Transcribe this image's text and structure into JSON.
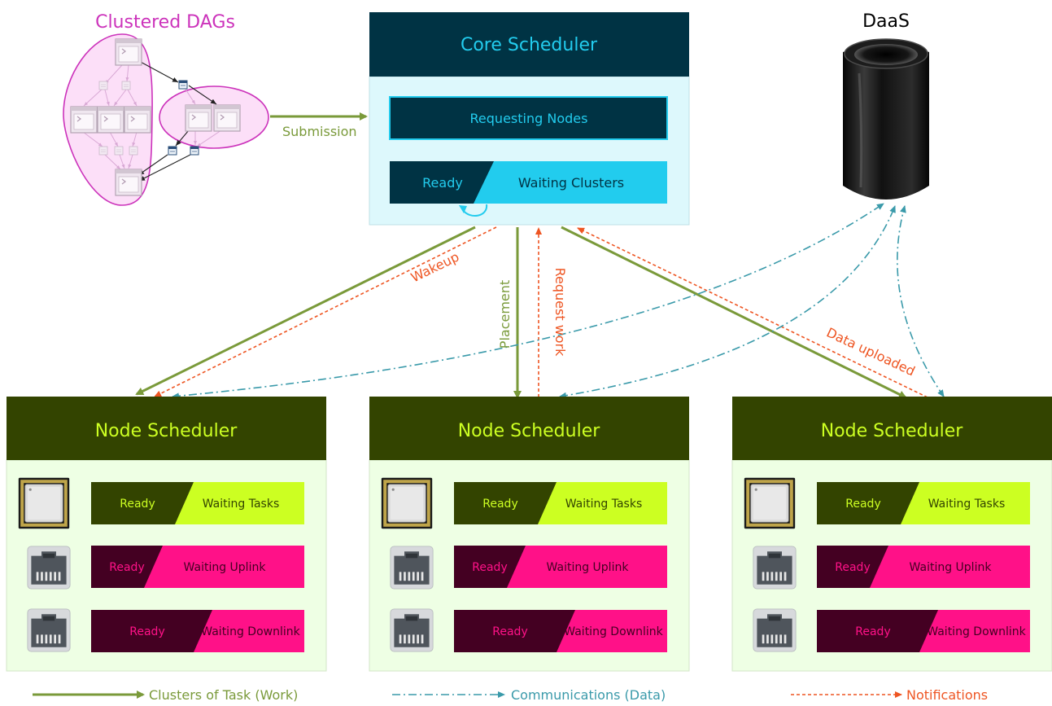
{
  "dag": {
    "title": "Clustered DAGs"
  },
  "submission_label": "Submission",
  "core": {
    "title": "Core Scheduler",
    "requesting": "Requesting Nodes",
    "ready": "Ready",
    "waiting_clusters": "Waiting Clusters"
  },
  "daas": {
    "title": "DaaS"
  },
  "arrows": {
    "wakeup": "Wakeup",
    "placement": "Placement",
    "request_work": "Request work",
    "data_uploaded": "Data uploaded"
  },
  "nodes": [
    {
      "title": "Node Scheduler",
      "rows": [
        {
          "icon": "cpu-icon",
          "ready": "Ready",
          "waiting": "Waiting Tasks"
        },
        {
          "icon": "ethernet-port-icon",
          "ready": "Ready",
          "waiting": "Waiting Uplink"
        },
        {
          "icon": "ethernet-port-icon",
          "ready": "Ready",
          "waiting": "Waiting Downlink"
        }
      ]
    },
    {
      "title": "Node Scheduler",
      "rows": [
        {
          "icon": "cpu-icon",
          "ready": "Ready",
          "waiting": "Waiting Tasks"
        },
        {
          "icon": "ethernet-port-icon",
          "ready": "Ready",
          "waiting": "Waiting Uplink"
        },
        {
          "icon": "ethernet-port-icon",
          "ready": "Ready",
          "waiting": "Waiting Downlink"
        }
      ]
    },
    {
      "title": "Node Scheduler",
      "rows": [
        {
          "icon": "cpu-icon",
          "ready": "Ready",
          "waiting": "Waiting Tasks"
        },
        {
          "icon": "ethernet-port-icon",
          "ready": "Ready",
          "waiting": "Waiting Uplink"
        },
        {
          "icon": "ethernet-port-icon",
          "ready": "Ready",
          "waiting": "Waiting Downlink"
        }
      ]
    }
  ],
  "legend": {
    "work": "Clusters of Task (Work)",
    "data": "Communications (Data)",
    "notifications": "Notifications"
  },
  "colors": {
    "work": "#7a9a3a",
    "data": "#3a9aaa",
    "notification": "#ee5522",
    "dag": "#cc33bb",
    "core_header": "#003344",
    "core_body": "#ddf8fc",
    "core_accent": "#22ccee",
    "node_header": "#334400",
    "node_body": "#eeffe4",
    "tasks_bg": "#ccff22",
    "link_bg": "#ff1188",
    "link_ready": "#440022"
  }
}
